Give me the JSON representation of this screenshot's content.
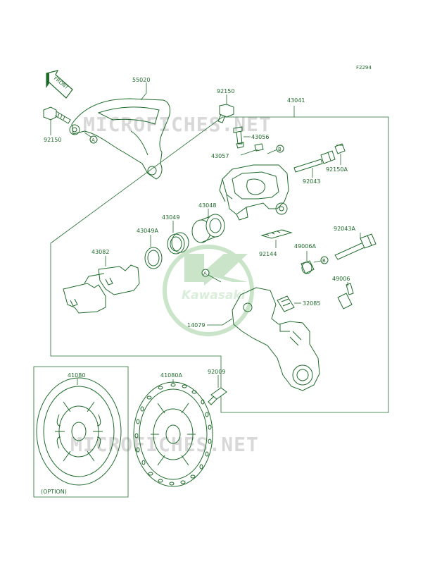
{
  "figure_code": "F2294",
  "front_arrow_text": "FRONT",
  "watermark": {
    "site": "MICROFICHES.NET",
    "brand": "Kawasaki"
  },
  "callouts": {
    "a": "A",
    "b": "B"
  },
  "option_note": "(OPTION)",
  "parts": {
    "p55020": "55020",
    "p92150_top": "92150",
    "p92150_left": "92150",
    "p43041": "43041",
    "p43056": "43056",
    "p43057": "43057",
    "p92150A": "92150A",
    "p92043": "92043",
    "p43048": "43048",
    "p43049": "43049",
    "p43049A": "43049A",
    "p43082": "43082",
    "p92043A": "92043A",
    "p49006A": "49006A",
    "p92144": "92144",
    "p49006": "49006",
    "p32085": "32085",
    "p14079": "14079",
    "p41080": "41080",
    "p41080A": "41080A",
    "p92009": "92009"
  }
}
